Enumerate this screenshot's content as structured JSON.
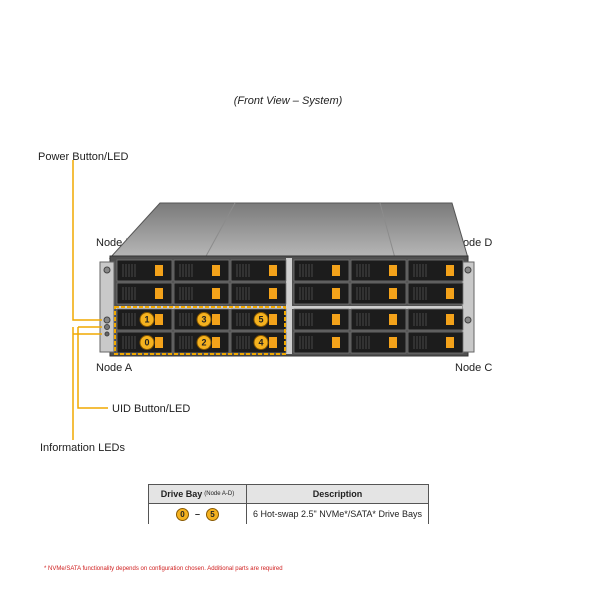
{
  "caption": "(Front View – System)",
  "labels": {
    "power": "Power Button/LED",
    "node_b": "Node B",
    "node_d": "Node D",
    "node_a": "Node A",
    "node_c": "Node C",
    "uid": "UID Button/LED",
    "info": "Information LEDs"
  },
  "table": {
    "col1_header": "Drive Bay",
    "col1_sub": "(Node A-D)",
    "col2_header": "Description",
    "range_start": "0",
    "range_sep": "–",
    "range_end": "5",
    "description": "6 Hot-swap 2.5\" NVMe*/SATA* Drive Bays"
  },
  "node_a_bays": [
    "1",
    "3",
    "5",
    "0",
    "2",
    "4"
  ],
  "footnote": "* NVMe/SATA functionality depends on configuration chosen. Additional parts are required",
  "colors": {
    "callout_line": "#f0a800",
    "badge": "#f5b21f",
    "drive_latch": "#f3a21a",
    "footnote": "#d02020"
  }
}
